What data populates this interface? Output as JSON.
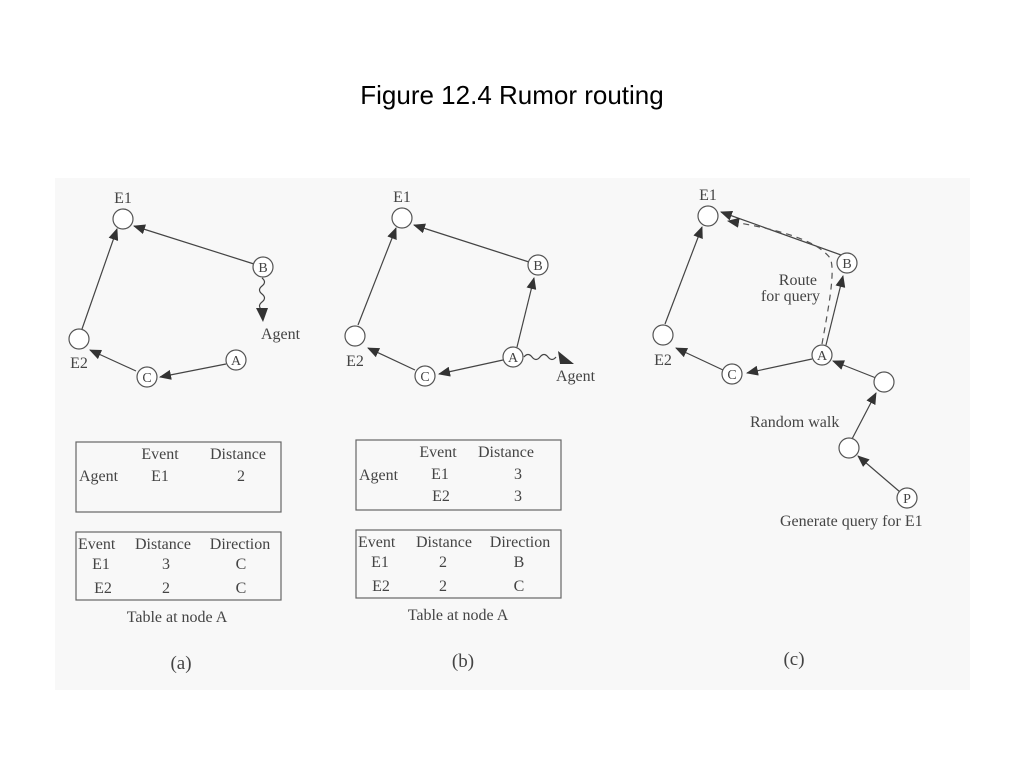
{
  "title": "Figure 12.4 Rumor routing",
  "nodes": {
    "e1": "E1",
    "e2": "E2",
    "a": "A",
    "b": "B",
    "c": "C",
    "p": "P"
  },
  "panel_a": {
    "agent_label": "Agent",
    "agent_table": {
      "headers": [
        "Event",
        "Distance"
      ],
      "row_label": "Agent",
      "rows": [
        [
          "E1",
          "2"
        ]
      ]
    },
    "node_table": {
      "headers": [
        "Event",
        "Distance",
        "Direction"
      ],
      "rows": [
        [
          "E1",
          "3",
          "C"
        ],
        [
          "E2",
          "2",
          "C"
        ]
      ]
    },
    "table_caption": "Table at node A",
    "caption": "(a)"
  },
  "panel_b": {
    "agent_label": "Agent",
    "agent_table": {
      "headers": [
        "Event",
        "Distance"
      ],
      "row_label": "Agent",
      "rows": [
        [
          "E1",
          "3"
        ],
        [
          "E2",
          "3"
        ]
      ]
    },
    "node_table": {
      "headers": [
        "Event",
        "Distance",
        "Direction"
      ],
      "rows": [
        [
          "E1",
          "2",
          "B"
        ],
        [
          "E2",
          "2",
          "C"
        ]
      ]
    },
    "table_caption": "Table at node A",
    "caption": "(b)"
  },
  "panel_c": {
    "route_line1": "Route",
    "route_line2": "for query",
    "random_walk": "Random walk",
    "generate_query": "Generate query for E1",
    "caption": "(c)"
  }
}
